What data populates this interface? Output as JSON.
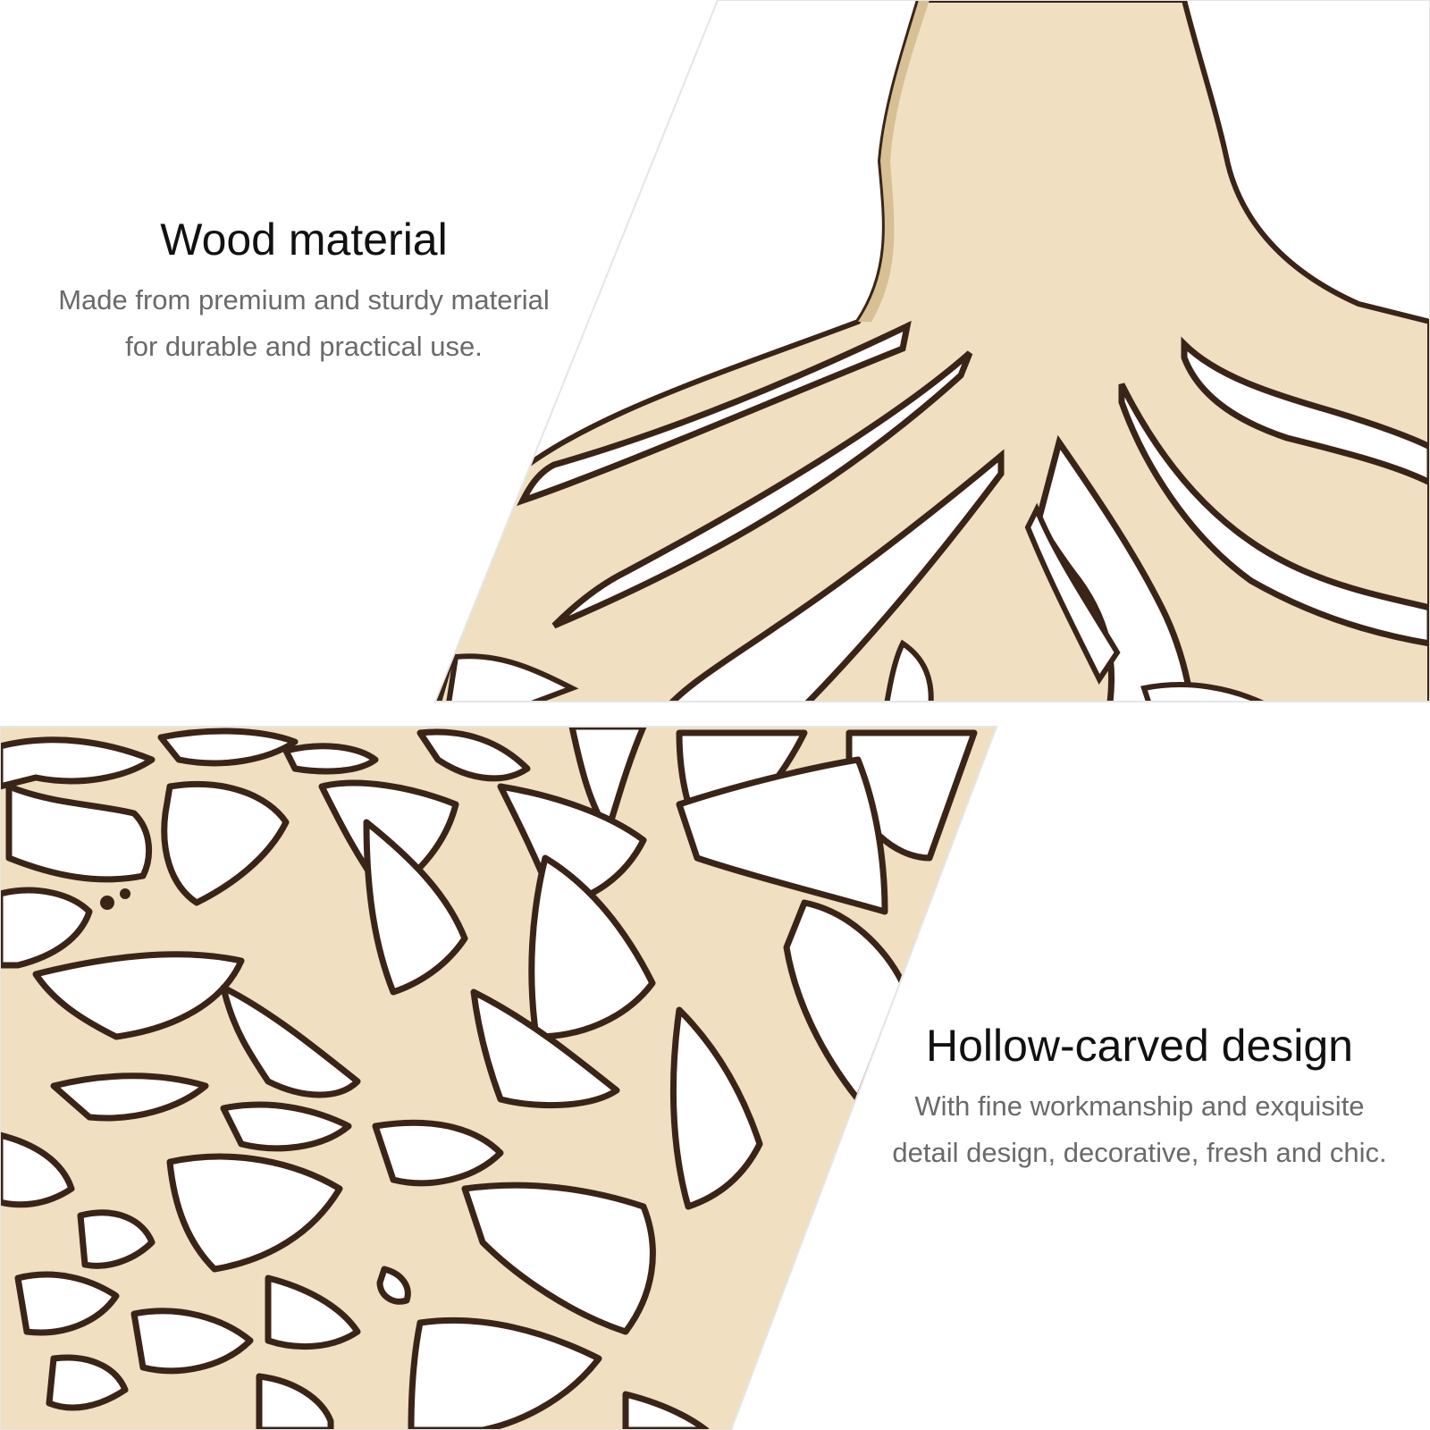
{
  "features": [
    {
      "title": "Wood material",
      "description_line1": "Made from premium and sturdy material",
      "description_line2": "for durable and practical use."
    },
    {
      "title": "Hollow-carved design",
      "description_line1": "With fine workmanship and exquisite",
      "description_line2": "detail design, decorative, fresh and chic."
    }
  ],
  "colors": {
    "wood": "#f0dfc0",
    "wood_shadow": "#e3cda6",
    "burnt_edge": "#3a2418",
    "background": "#ffffff"
  }
}
